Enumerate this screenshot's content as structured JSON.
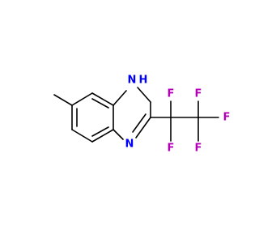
{
  "molecule": {
    "colors": {
      "bond": "#000000",
      "N": "#0000FF",
      "H": "#0000FF",
      "F": "#B400B4",
      "background": "#ffffff"
    },
    "labels": {
      "N1": "N",
      "N1_H": "H",
      "N3": "N",
      "F1": "F",
      "F2": "F",
      "F3": "F",
      "F4": "F",
      "F5": "F"
    }
  }
}
